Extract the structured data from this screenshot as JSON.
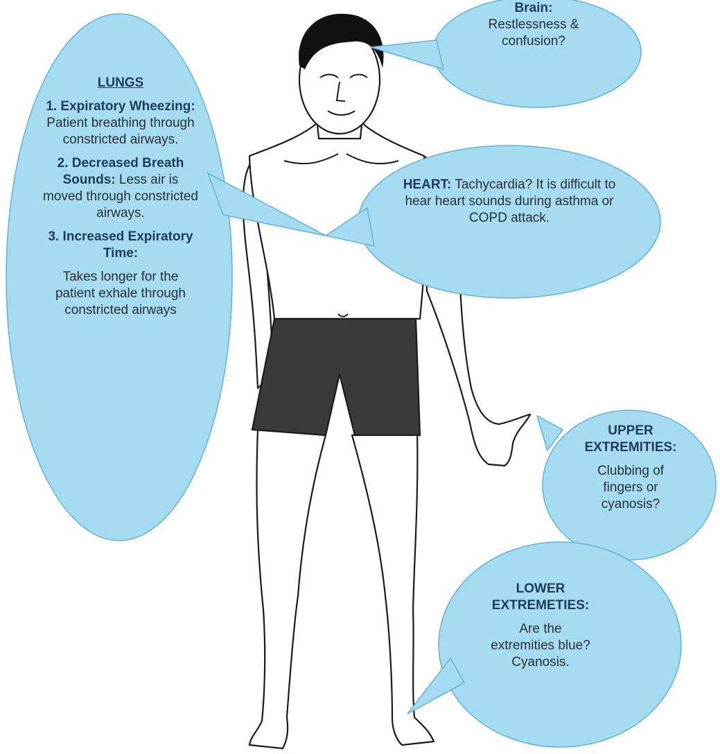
{
  "colors": {
    "bubble_fill": "#a6dcf2",
    "bubble_stroke": "#5bb3d9",
    "heading_text": "#1f3b57",
    "body_text": "#2b2f33",
    "shorts": "#3a3a3a"
  },
  "figure": {
    "icon": "human-body-outline"
  },
  "brain": {
    "heading": "Brain:",
    "text": "Restlessness & confusion?"
  },
  "lungs": {
    "heading": "LUNGS",
    "items": [
      {
        "label": "1. Expiratory Wheezing:",
        "text": "Patient breathing through constricted airways."
      },
      {
        "label": "2. Decreased Breath Sounds:",
        "text": "Less air is moved through constricted airways."
      },
      {
        "label": "3. Increased Expiratory Time:",
        "text": "Takes longer for the patient exhale through constricted airways"
      }
    ]
  },
  "heart": {
    "heading": "HEART:",
    "text": "Tachycardia? It is difficult to hear heart sounds during asthma or COPD attack."
  },
  "upper": {
    "heading": "UPPER EXTREMITIES:",
    "text": "Clubbing of fingers or cyanosis?"
  },
  "lower": {
    "heading": "LOWER EXTREMETIES:",
    "text": "Are the extremities blue? Cyanosis."
  }
}
